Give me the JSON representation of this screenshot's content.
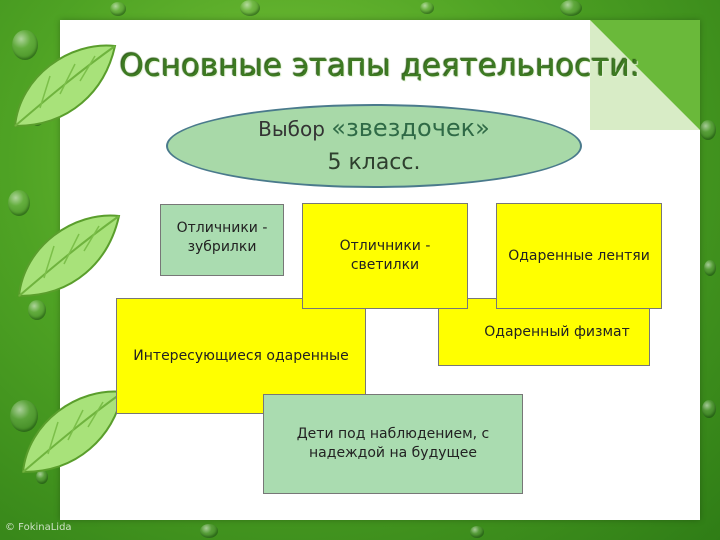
{
  "title": "Основные этапы деятельности:",
  "ellipse": {
    "line1_prefix": "Выбор",
    "line1_highlight": "«звездочек»",
    "line2": "5 класс."
  },
  "boxes": {
    "excellent_crammers": "Отличники - зубрилки",
    "excellent_bright": "Отличники - светилки",
    "gifted_lazy": "Одаренные лентяи",
    "interested_gifted": "Интересующиеся одаренные",
    "gifted_physmath": "Одаренный физмат",
    "watched_children": "Дети под наблюдением, с надеждой на будущее"
  },
  "watermark": "© FokinaLida",
  "colors": {
    "yellow_box": "#ffff00",
    "green_box": "#aadcb0",
    "ellipse_fill": "#a8d9a8",
    "title_green": "#3d7a22"
  }
}
